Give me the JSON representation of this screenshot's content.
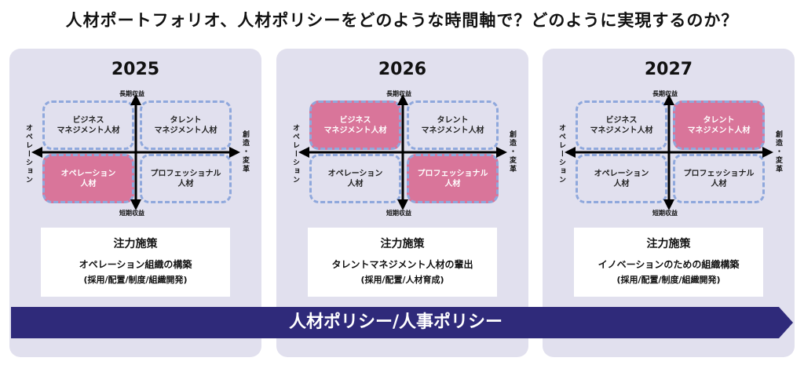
{
  "title": "人材ポートフォリオ、人材ポリシーをどのような時間軸で？どのように実現するのか？",
  "axis": {
    "top": "長期収益",
    "bottom": "短期収益",
    "left": "オペレーション",
    "right": "創造・変革"
  },
  "quadrants": {
    "tl": "ビジネス\nマネジメント人材",
    "tr": "タレント\nマネジメント人材",
    "bl": "オペレーション\n人材",
    "br": "プロフェッショナル\n人材"
  },
  "panels": [
    {
      "year": "2025",
      "highlight": [
        "bl"
      ],
      "focus_title": "注力施策",
      "focus_main": "オペレーション組織の構築",
      "focus_sub": "(採用/配置/制度/組織開発)"
    },
    {
      "year": "2026",
      "highlight": [
        "tl",
        "br"
      ],
      "focus_title": "注力施策",
      "focus_main": "タレントマネジメント人材の輩出",
      "focus_sub": "(採用/配置/人材育成)"
    },
    {
      "year": "2027",
      "highlight": [
        "tr"
      ],
      "focus_title": "注力施策",
      "focus_main": "イノベーションのための組織構築",
      "focus_sub": "(採用/配置/制度/組織開発)"
    }
  ],
  "banner": "人材ポリシー/人事ポリシー",
  "colors": {
    "panel": "#e1e0ee",
    "highlight": "#d9759a",
    "dash": "#8fa8dc",
    "banner": "#2f2a7a"
  }
}
